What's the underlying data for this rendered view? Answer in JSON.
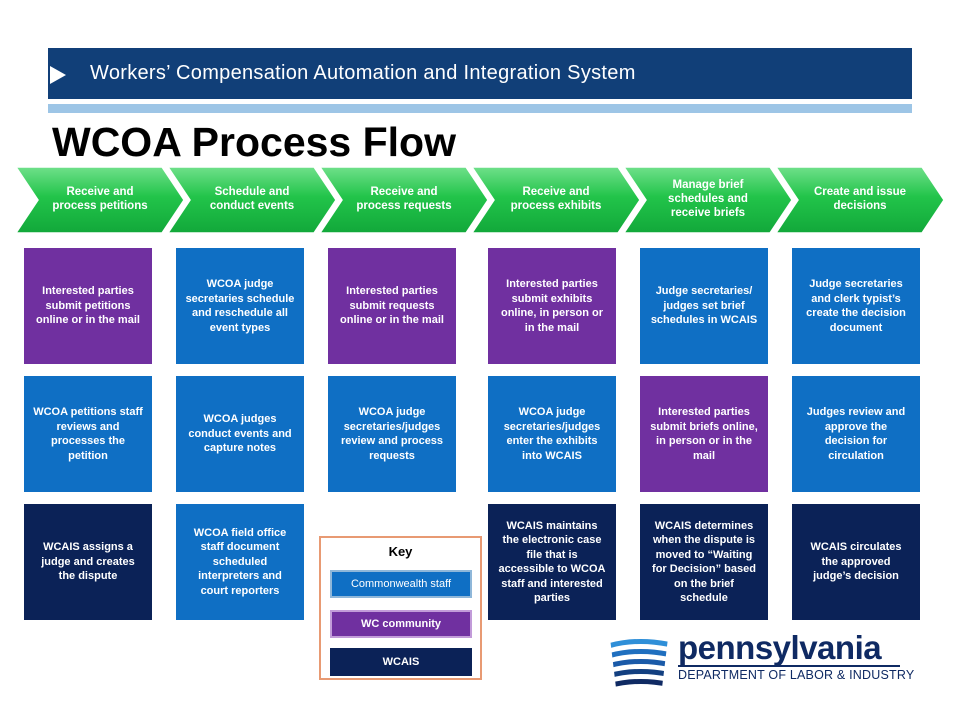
{
  "header": {
    "system_title": "Workers’ Compensation Automation and Integration System",
    "page_title": "WCOA Process Flow"
  },
  "stages": [
    {
      "label": "Receive and process petitions"
    },
    {
      "label": "Schedule and conduct events"
    },
    {
      "label": "Receive and process requests"
    },
    {
      "label": "Receive and process exhibits"
    },
    {
      "label": "Manage brief schedules and receive briefs"
    },
    {
      "label": "Create and issue decisions"
    }
  ],
  "columns": [
    [
      {
        "text": "Interested parties submit petitions online or in the mail",
        "type": "community"
      },
      {
        "text": "WCOA petitions staff reviews and processes the petition",
        "type": "staff"
      },
      {
        "text": "WCAIS assigns a judge and creates the dispute",
        "type": "wcais"
      }
    ],
    [
      {
        "text": "WCOA judge secretaries schedule and reschedule all event types",
        "type": "staff"
      },
      {
        "text": "WCOA judges conduct events and capture notes",
        "type": "staff"
      },
      {
        "text": "WCOA field office staff document scheduled interpreters and court reporters",
        "type": "staff"
      }
    ],
    [
      {
        "text": "Interested parties submit requests online or in the mail",
        "type": "community"
      },
      {
        "text": "WCOA judge secretaries/judges review and process requests",
        "type": "staff"
      }
    ],
    [
      {
        "text": "Interested parties submit exhibits online, in person or in the mail",
        "type": "community"
      },
      {
        "text": "WCOA judge secretaries/judges enter the exhibits into WCAIS",
        "type": "staff"
      },
      {
        "text": "WCAIS maintains the electronic case file that is accessible to WCOA staff and interested parties",
        "type": "wcais"
      }
    ],
    [
      {
        "text": "Judge secretaries/ judges set brief schedules in WCAIS",
        "type": "staff"
      },
      {
        "text": "Interested parties submit briefs online, in person or in the mail",
        "type": "community"
      },
      {
        "text": "WCAIS determines when the dispute is moved to “Waiting for Decision” based on the brief schedule",
        "type": "wcais"
      }
    ],
    [
      {
        "text": "Judge secretaries and clerk typist’s create the decision document",
        "type": "staff"
      },
      {
        "text": "Judges review and approve the decision for circulation",
        "type": "staff"
      },
      {
        "text": "WCAIS circulates the approved judge’s decision",
        "type": "wcais"
      }
    ]
  ],
  "key": {
    "title": "Key",
    "items": [
      {
        "label": "Commonwealth staff",
        "type": "staff"
      },
      {
        "label": "WC community",
        "type": "community"
      },
      {
        "label": "WCAIS",
        "type": "wcais"
      }
    ]
  },
  "colors": {
    "header": "#113f78",
    "header_underline": "#9dc5e6",
    "stage_green": "#22c44a",
    "staff": "#0f6fc4",
    "community": "#7030a0",
    "wcais": "#0b2257"
  },
  "logo": {
    "wordmark": "pennsylvania",
    "department": "DEPARTMENT OF LABOR & INDUSTRY"
  }
}
